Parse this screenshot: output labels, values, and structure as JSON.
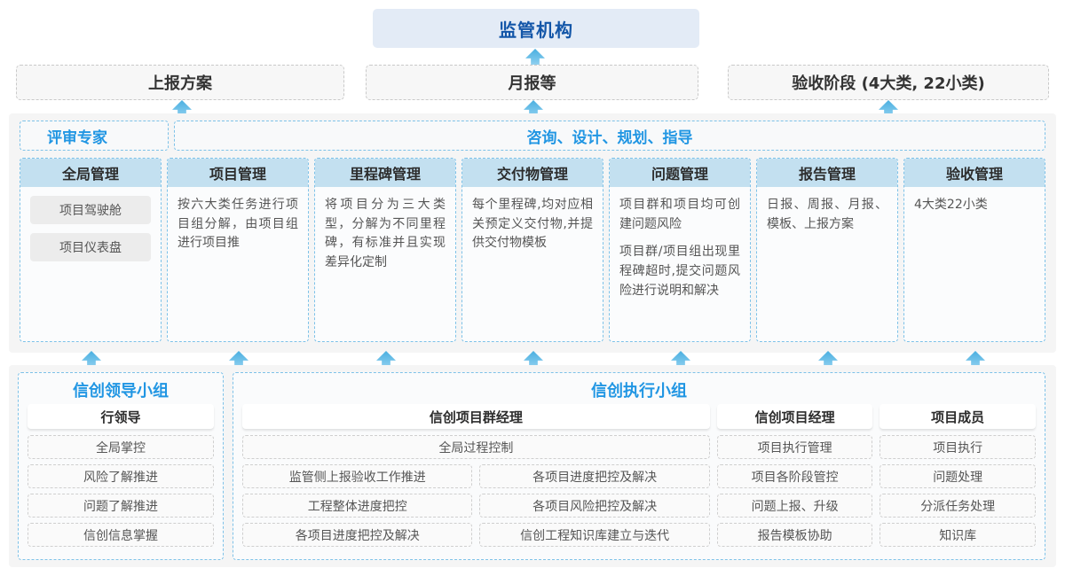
{
  "top": {
    "regulator": "监管机构",
    "boxes": [
      {
        "label": "上报方案"
      },
      {
        "label": "月报等"
      },
      {
        "label": "验收阶段 (4大类, 22小类)"
      }
    ]
  },
  "middle": {
    "band_left": "评审专家",
    "band_right": "咨询、设计、规划、指导",
    "columns": [
      {
        "title": "全局管理",
        "paragraphs": [],
        "chips": [
          "项目驾驶舱",
          "项目仪表盘"
        ]
      },
      {
        "title": "项目管理",
        "paragraphs": [
          "按六大类任务进行项目组分解，由项目组进行项目推"
        ],
        "chips": []
      },
      {
        "title": "里程碑管理",
        "paragraphs": [
          "将项目分为三大类型，分解为不同里程碑，有标准并且实现差异化定制"
        ],
        "chips": []
      },
      {
        "title": "交付物管理",
        "paragraphs": [
          "每个里程碑,均对应相关预定义交付物,并提供交付物模板"
        ],
        "chips": []
      },
      {
        "title": "问题管理",
        "paragraphs": [
          "项目群和项目均可创建问题风险",
          "项目群/项目组出现里程碑超时,提交问题风险进行说明和解决"
        ],
        "chips": []
      },
      {
        "title": "报告管理",
        "paragraphs": [
          "日报、周报、月报、模板、上报方案"
        ],
        "chips": []
      },
      {
        "title": "验收管理",
        "paragraphs": [
          "4大类22小类"
        ],
        "chips": []
      }
    ]
  },
  "bottom": {
    "left_panel": {
      "title": "信创领导小组",
      "group_head": "行领导",
      "items": [
        "全局掌控",
        "风险了解推进",
        "问题了解推进",
        "信创信息掌握"
      ]
    },
    "right_panel": {
      "title": "信创执行小组",
      "groups": [
        {
          "head": "信创项目群经理",
          "full_item": "全局过程控制",
          "left_items": [
            "监管侧上报验收工作推进",
            "工程整体进度把控",
            "各项目进度把控及解决"
          ],
          "right_items": [
            "各项目进度把控及解决",
            "各项目风险把控及解决",
            "信创工程知识库建立与迭代"
          ]
        },
        {
          "head": "信创项目经理",
          "items": [
            "项目执行管理",
            "项目各阶段管控",
            "问题上报、升级",
            "报告模板协助"
          ]
        },
        {
          "head": "项目成员",
          "items": [
            "项目执行",
            "问题处理",
            "分派任务处理",
            "知识库"
          ]
        }
      ]
    }
  },
  "colors": {
    "accent_blue": "#2196e3",
    "deep_blue": "#1356a8",
    "header_fill": "#c3e0f0",
    "regulator_fill": "#e3ebf6",
    "panel_bg": "#f5f5f5",
    "dashed_blue": "#7ec2e8",
    "dashed_grey": "#cfcfcf"
  },
  "arrows": {
    "to_regulator_icon": "arrow-up-icon",
    "to_top_boxes_icon": "arrow-up-icon",
    "to_columns_icon": "arrow-up-icon"
  }
}
